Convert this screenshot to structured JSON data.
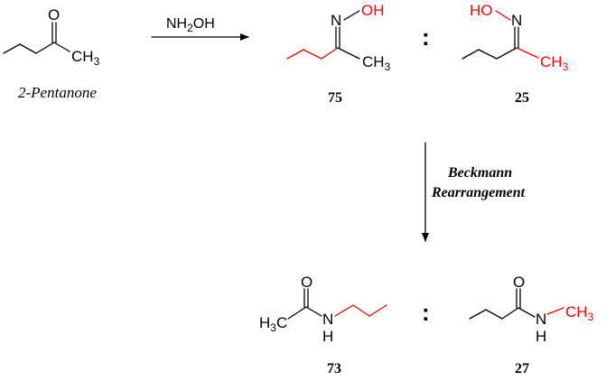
{
  "colors": {
    "black": "#000000",
    "highlight": "#ff0000",
    "background": "#ffffff"
  },
  "start_material": {
    "name": "2-Pentanone",
    "atoms": {
      "o": "O",
      "ch3": "CH",
      "ch3_sub": "3"
    }
  },
  "reagent": {
    "nh2oh_a": "NH",
    "nh2oh_sub": "2",
    "nh2oh_b": "OH"
  },
  "oxime_e": {
    "number": "75",
    "atoms": {
      "n": "N",
      "oh": "OH",
      "ch3": "CH",
      "ch3_sub": "3"
    }
  },
  "oxime_z": {
    "number": "25",
    "atoms": {
      "n": "N",
      "ho": "HO",
      "ch3": "CH",
      "ch3_sub": "3"
    }
  },
  "ratio_sep_top": ":",
  "ratio_sep_bottom": ":",
  "rearrangement": {
    "line1": "Beckmann",
    "line2": "Rearrangement"
  },
  "amide_73": {
    "number": "73",
    "atoms": {
      "h3c_a": "H",
      "h3c_sub": "3",
      "h3c_b": "C",
      "o": "O",
      "n": "N",
      "h": "H"
    }
  },
  "amide_27": {
    "number": "27",
    "atoms": {
      "o": "O",
      "n": "N",
      "h": "H",
      "ch3": "CH",
      "ch3_sub": "3"
    }
  }
}
